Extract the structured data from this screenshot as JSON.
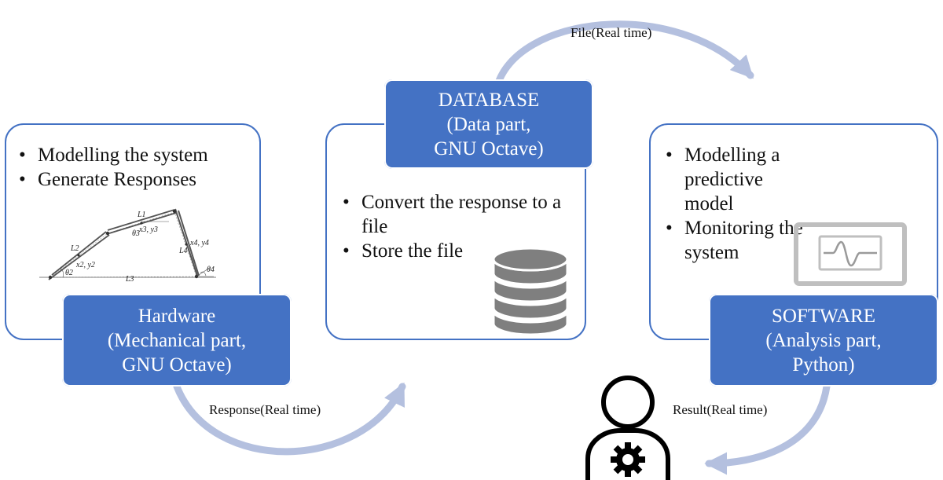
{
  "hardware": {
    "title_lines": [
      "Hardware",
      "(Mechanical part,",
      "GNU Octave)"
    ],
    "bullets": [
      "Modelling  the system",
      "Generate Responses"
    ],
    "mechanism_labels": {
      "l1": "L1",
      "l2": "L2",
      "l3": "L3",
      "l4": "L4",
      "p2": "x2, y2",
      "p3": "x3, y3",
      "p4": "x4, y4",
      "theta2": "θ2",
      "theta3": "θ3",
      "theta4": "θ4"
    }
  },
  "database": {
    "title_lines": [
      "DATABASE",
      "(Data part,",
      "GNU Octave)"
    ],
    "bullets": [
      "Convert the response to a file",
      "Store the file"
    ]
  },
  "software": {
    "title_lines": [
      "SOFTWARE",
      "(Analysis part,",
      "Python)"
    ],
    "bullets": [
      "Modelling a predictive model",
      "Monitoring the system"
    ]
  },
  "flows": {
    "file": "File(Real time)",
    "response": "Response(Real time)",
    "result": "Result(Real time)"
  },
  "colors": {
    "accent": "#4472C4",
    "arrow": "#B4C0DF",
    "database_icon": "#7F7F7F",
    "monitor_icon": "#BFBFBF"
  },
  "icons": [
    "database-icon",
    "monitor-icon",
    "user-gear-icon"
  ]
}
